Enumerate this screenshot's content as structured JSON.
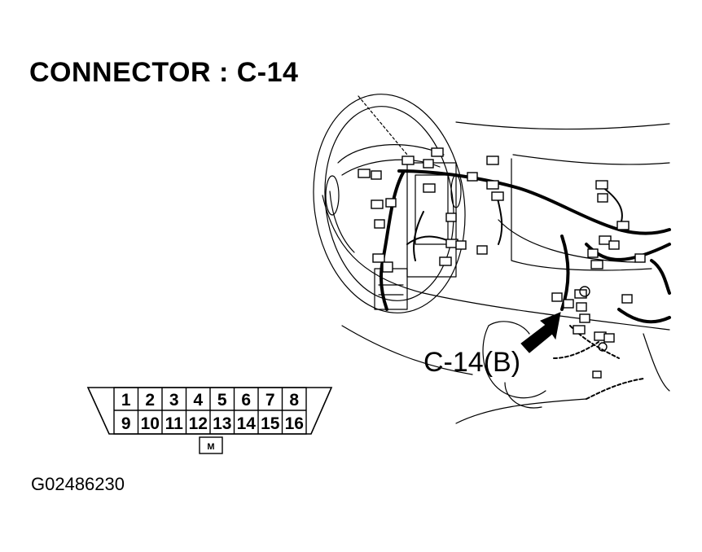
{
  "title": "CONNECTOR : C-14",
  "figure_id": "G02486230",
  "callout_label": "C-14(B)",
  "connector": {
    "top_row": [
      "1",
      "2",
      "3",
      "4",
      "5",
      "6",
      "7",
      "8"
    ],
    "bottom_row": [
      "9",
      "10",
      "11",
      "12",
      "13",
      "14",
      "15",
      "16"
    ],
    "key_marker": "M"
  }
}
